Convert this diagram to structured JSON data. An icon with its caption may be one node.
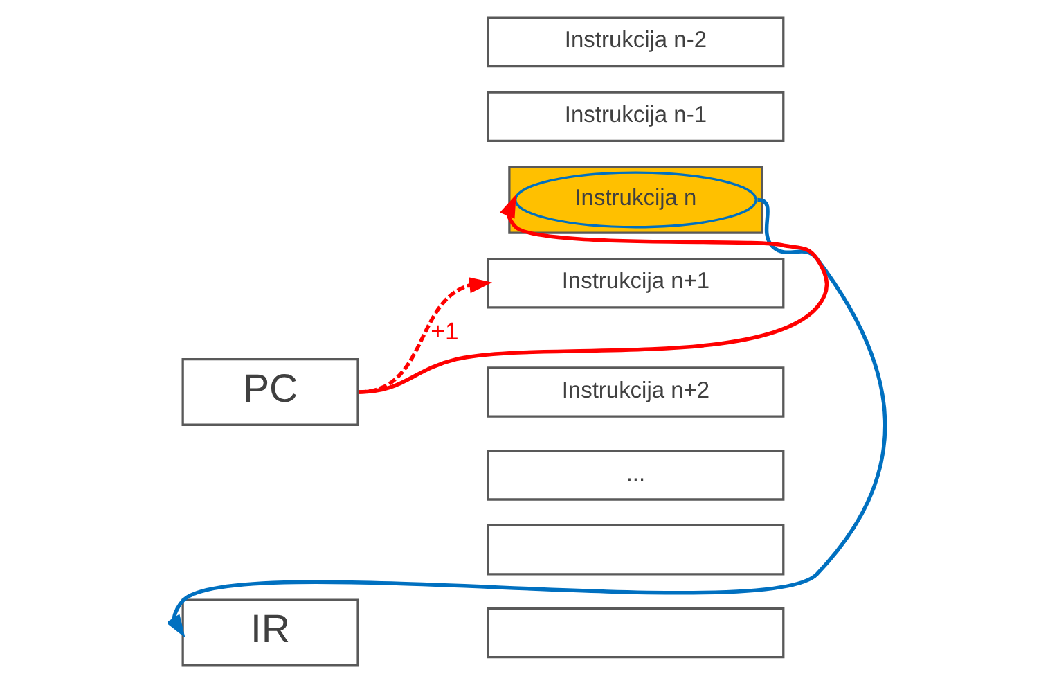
{
  "diagram": {
    "nodes": [
      {
        "text": [
          "Instrukcija n-2"
        ]
      },
      {
        "text": [
          "Instrukcija n-1"
        ]
      },
      {
        "text": [],
        "shape": "box"
      },
      {
        "text": [
          "Instrukcija n"
        ],
        "in": 2
      },
      {
        "text": [
          "Instrukcija n+1"
        ]
      },
      {
        "text": [
          "PC"
        ]
      },
      {
        "text": [
          "Instrukcija n+2"
        ]
      },
      {
        "text": [
          "..."
        ]
      },
      {
        "text": [],
        "shape": "box"
      },
      {
        "text": [
          "IR"
        ]
      },
      {
        "text": [],
        "shape": "box"
      }
    ],
    "edges": [
      {
        "from": 5,
        "to": 3,
        "arrow": "to",
        "color": "#ff0000"
      },
      {
        "from": 5,
        "to": 4,
        "arrow": "to",
        "label": "+1",
        "style": "dashed",
        "color": "#ff0000"
      },
      {
        "from": 3,
        "to": 9,
        "arrow": "to",
        "color": "#0070c0"
      }
    ]
  }
}
